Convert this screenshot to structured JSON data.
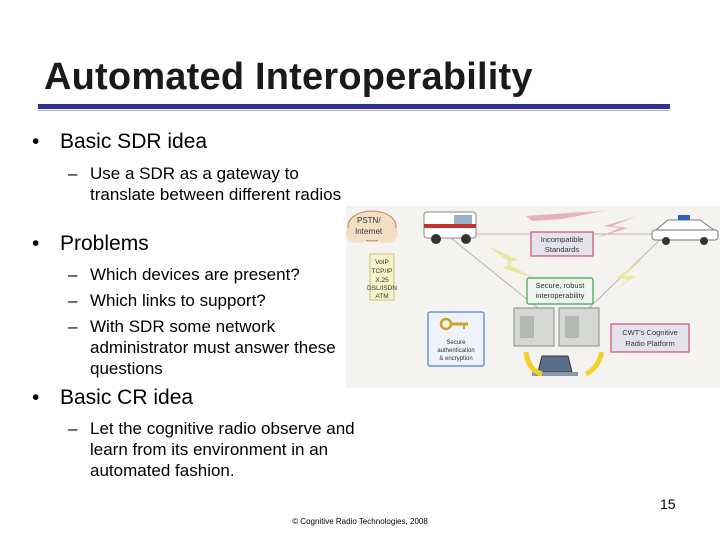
{
  "slide": {
    "title": "Automated Interoperability",
    "bullets": [
      {
        "text": "Basic SDR idea",
        "subs": [
          "Use a SDR as a gateway to translate between different radios"
        ]
      },
      {
        "text": "Problems",
        "subs": [
          "Which devices are present?",
          "Which links to support?",
          "With SDR some network administrator must answer these questions"
        ]
      },
      {
        "text": "Basic CR idea",
        "subs": [
          "Let the cognitive radio observe and learn from its environment in an automated fashion."
        ]
      }
    ],
    "page_number": "15",
    "footer": "© Cognitive Radio Technologies, 2008"
  },
  "diagram": {
    "pstn_label": "PSTN/ Internet",
    "protocol_lines": [
      "VoIP",
      "TCP/IP",
      "X.25",
      "DSL/ISDN",
      "ATM"
    ],
    "incompatible_label": "Incompatible Standards",
    "secure_label": "Secure, robust interoperability",
    "auth_label": "Secure authentication & encryption",
    "cwt_label": "CWT's Cognitive Radio Platform",
    "colors": {
      "callout_fill": "#e3e3ee",
      "callout_border": "#d24a6c",
      "green_border": "#3fa34d",
      "blue_border": "#4d7fd0",
      "accent": "#2e3192"
    }
  }
}
